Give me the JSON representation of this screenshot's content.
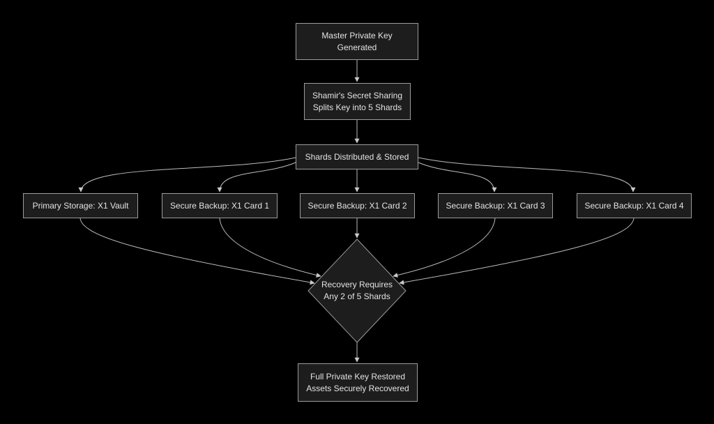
{
  "diagram": {
    "type": "flowchart",
    "direction": "top-down",
    "colors": {
      "background": "#000000",
      "node_fill": "#1d1d1d",
      "node_border": "#9c9c9c",
      "node_text": "#e3e3e3",
      "edge_line": "#bdbdbd",
      "arrowhead": "#c9c9c9"
    },
    "nodes": {
      "master": {
        "shape": "rect",
        "lines": [
          "Master Private Key",
          "Generated"
        ]
      },
      "shamir": {
        "shape": "rect",
        "lines": [
          "Shamir's Secret Sharing",
          "Splits Key into 5 Shards"
        ]
      },
      "distributed": {
        "shape": "rect",
        "lines": [
          "Shards Distributed & Stored"
        ]
      },
      "vault": {
        "shape": "rect",
        "lines": [
          "Primary Storage: X1 Vault"
        ]
      },
      "card1": {
        "shape": "rect",
        "lines": [
          "Secure Backup: X1 Card 1"
        ]
      },
      "card2": {
        "shape": "rect",
        "lines": [
          "Secure Backup: X1 Card 2"
        ]
      },
      "card3": {
        "shape": "rect",
        "lines": [
          "Secure Backup: X1 Card 3"
        ]
      },
      "card4": {
        "shape": "rect",
        "lines": [
          "Secure Backup: X1 Card 4"
        ]
      },
      "recovery": {
        "shape": "diamond",
        "lines": [
          "Recovery Requires",
          "Any 2 of 5 Shards"
        ]
      },
      "restored": {
        "shape": "rect",
        "lines": [
          "Full Private Key Restored",
          "Assets Securely Recovered"
        ]
      }
    },
    "edges": [
      {
        "from": "master",
        "to": "shamir"
      },
      {
        "from": "shamir",
        "to": "distributed"
      },
      {
        "from": "distributed",
        "to": "vault"
      },
      {
        "from": "distributed",
        "to": "card1"
      },
      {
        "from": "distributed",
        "to": "card2"
      },
      {
        "from": "distributed",
        "to": "card3"
      },
      {
        "from": "distributed",
        "to": "card4"
      },
      {
        "from": "vault",
        "to": "recovery"
      },
      {
        "from": "card1",
        "to": "recovery"
      },
      {
        "from": "card2",
        "to": "recovery"
      },
      {
        "from": "card3",
        "to": "recovery"
      },
      {
        "from": "card4",
        "to": "recovery"
      },
      {
        "from": "recovery",
        "to": "restored"
      }
    ]
  }
}
